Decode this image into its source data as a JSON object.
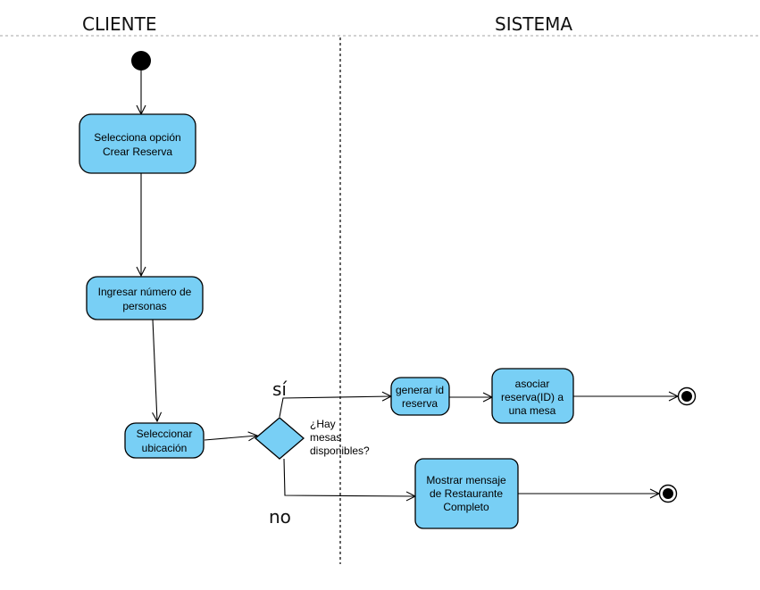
{
  "lanes": {
    "client": "CLIENTE",
    "system": "SISTEMA"
  },
  "actions": {
    "select_option": [
      "Selecciona  opción",
      "Crear Reserva"
    ],
    "enter_people": [
      "Ingresar número de",
      "personas"
    ],
    "select_location": [
      "Seleccionar",
      "ubicación"
    ],
    "generate_id": [
      "generar id",
      "reserva"
    ],
    "associate": [
      "asociar",
      "reserva(ID) a",
      "una mesa"
    ],
    "show_message": [
      "Mostrar mensaje",
      "de Restaurante",
      "Completo"
    ]
  },
  "decision": {
    "question": [
      "¿Hay",
      "mesas",
      "disponibles?"
    ],
    "yes_label": "sí",
    "no_label": "no"
  },
  "colors": {
    "action_fill": "#78cff5",
    "stroke": "#000000"
  }
}
